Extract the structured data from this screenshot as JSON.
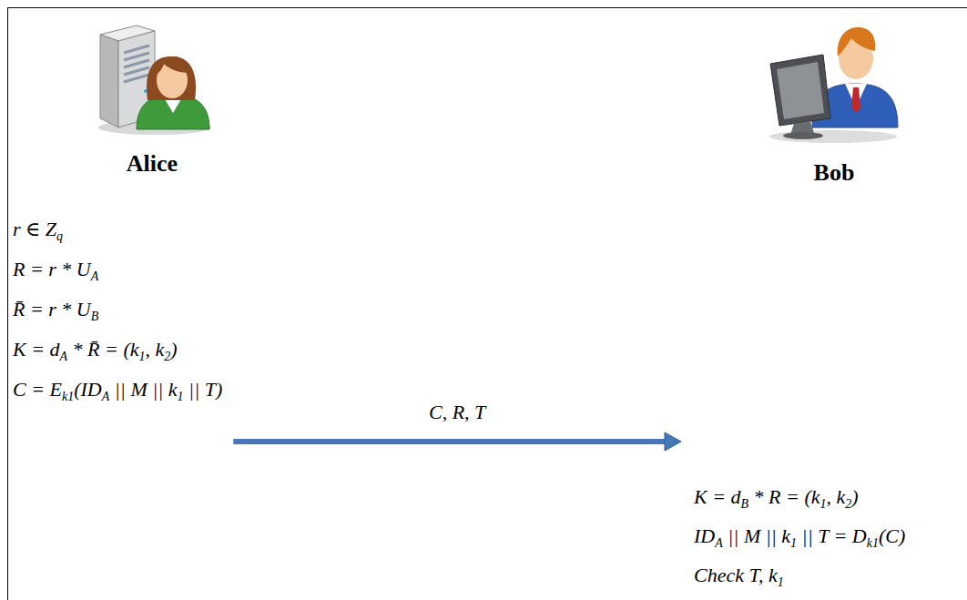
{
  "diagram": {
    "nodes": [
      {
        "text": [
          "Alice",
          "r ∈ Zq",
          "R = r * UA",
          "R̄ = r * UB",
          "K = dA * R̄ = (k1, k2)",
          "C = Ek1(IDA || M || k1 || T)"
        ]
      },
      {
        "text": [
          "Bob",
          "K = dB * R = (k1, k2)",
          "IDA || M || k1 || T = Dk1(C)",
          "Check T, k1"
        ]
      }
    ],
    "edges": [
      {
        "from": 0,
        "to": 1,
        "arrow": "to",
        "label": "C, R, T"
      }
    ]
  }
}
